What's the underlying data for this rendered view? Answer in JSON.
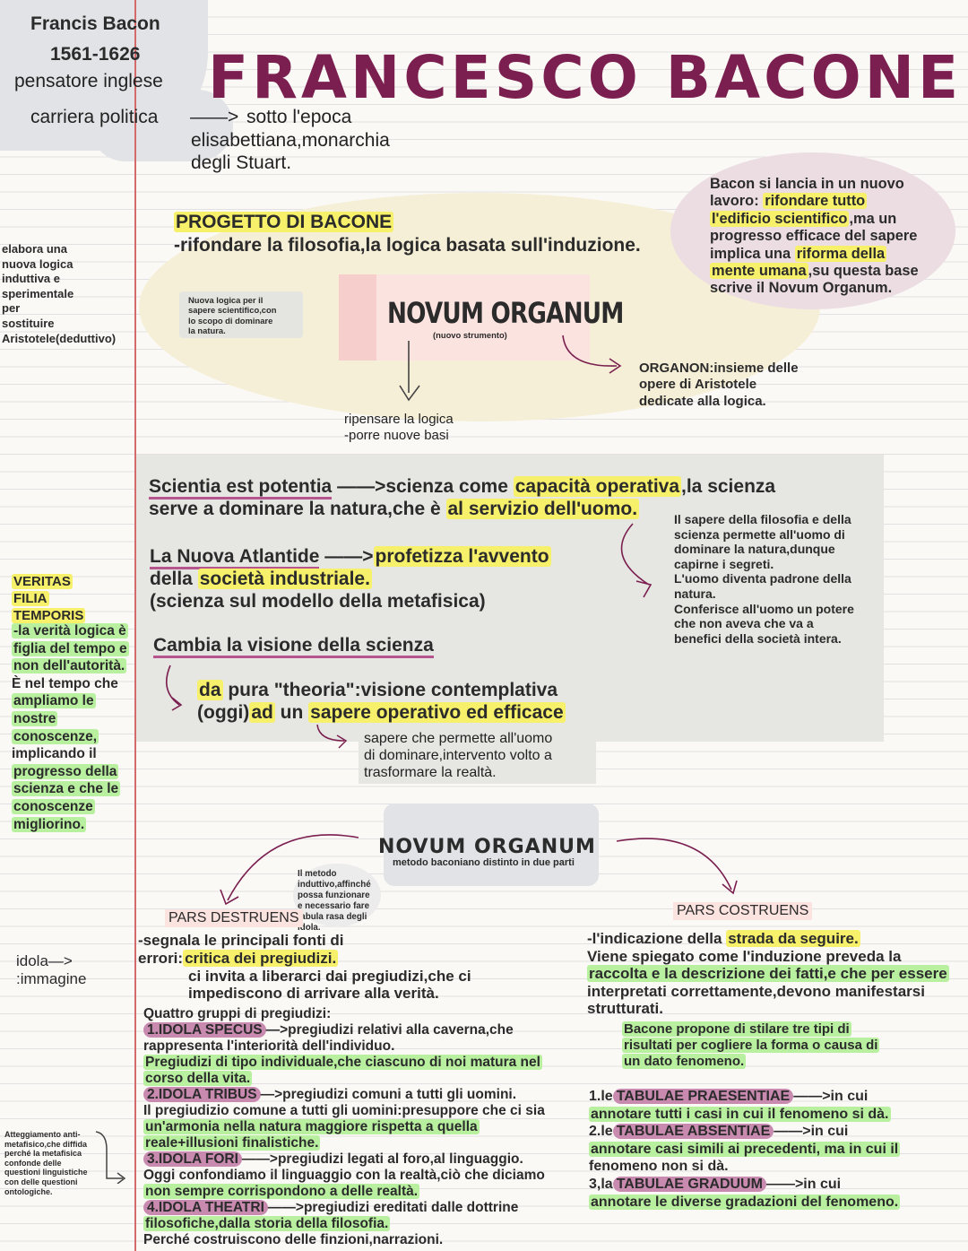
{
  "header": {
    "bio_name": "Francis Bacon",
    "bio_years": "1561-1626",
    "bio_role": "pensatore inglese",
    "career_label": "carriera politica",
    "career_arrow": "——>",
    "career_text_1": "sotto l'epoca",
    "career_text_2": "elisabettiana,monarchia",
    "career_text_3": "degli Stuart.",
    "title": "FRANCESCO BACONE"
  },
  "side_notes": {
    "logic_note": [
      "elabora una",
      "nuova logica",
      "induttiva e",
      "sperimentale",
      "per",
      "sostituire",
      "Aristotele(deduttivo)"
    ],
    "veritas": [
      "VERITAS",
      "FILIA",
      "TEMPORIS"
    ],
    "veritas_text": [
      "-la verità logica è",
      "figlia del tempo e",
      "non dell'autorità.",
      "È nel tempo che",
      "ampliamo le",
      "nostre",
      "conoscenze,",
      "implicando il",
      "progresso della",
      "scienza e che le",
      "conoscenze",
      "migliorino."
    ],
    "idola": [
      "idola—>",
      ":immagine"
    ],
    "anti_metaphysics": [
      "Atteggiamento anti-",
      "metafisico,che diffida",
      "perché la metafisica",
      "confonde delle",
      "questioni linguistiche",
      "con delle questioni",
      "ontologiche."
    ]
  },
  "project": {
    "heading": "PROGETTO DI BACONE",
    "text": "-rifondare la filosofia,la logica basata sull'induzione.",
    "new_work": [
      "Bacon si lancia in un nuovo",
      "lavoro: rifondare tutto",
      "l'edificio scientifico,ma un",
      "progresso efficace del sapere",
      "implica una riforma della",
      "mente umana,su questa base",
      "scrive il Novum Organum."
    ]
  },
  "novum": {
    "note": [
      "Nuova logica per il",
      "sapere scientifico,con",
      "lo scopo di dominare",
      "la natura."
    ],
    "title": "NOVUM ORGANUM",
    "subtitle": "(nuovo strumento)",
    "organon": [
      "ORGANON:insieme delle",
      "opere di Aristotele",
      "dedicate alla logica."
    ],
    "rethink": [
      "ripensare la logica",
      "-porre nuove basi"
    ]
  },
  "science": {
    "scientia_head": "Scientia est potentia",
    "scientia_arrow": "——>",
    "scientia_text_1": "scienza come",
    "scientia_hl_1": "capacità operativa",
    "scientia_text_2": ",la scienza",
    "scientia_text_3": "serve a dominare la natura,che è",
    "scientia_hl_2": "al servizio dell'uomo.",
    "atlantide_head": "La Nuova Atlantide",
    "atlantide_arrow": "——>",
    "atlantide_hl": "profetizza l'avvento",
    "atlantide_text_1": "della",
    "atlantide_hl_2": "società industriale.",
    "atlantide_text_2": "(scienza sul modello della metafisica)",
    "vision_head": "Cambia la visione della scienza",
    "vision_da": "da",
    "vision_1": "pura \"theoria\"",
    "vision_1b": ":visione contemplativa",
    "vision_2a": "(oggi)",
    "vision_ad": "ad",
    "vision_un": "un",
    "vision_2": "sapere operativo ed efficace",
    "operative_note": [
      "sapere che permette all'uomo",
      "di dominare,intervento volto a",
      "trasformare la realtà."
    ],
    "right_note": [
      "Il sapere della filosofia e della",
      "scienza permette all'uomo di",
      "dominare la natura,dunque",
      "capirne i segreti.",
      "L'uomo diventa padrone della",
      "natura.",
      "Conferisce all'uomo un potere",
      "che non aveva che va a",
      "benefici della società intera."
    ]
  },
  "organum2": {
    "title": "NOVUM ORGANUM",
    "subtitle": "metodo baconiano distinto in due parti",
    "method_note": [
      "Il metodo",
      "induttivo,affinché",
      "possa funzionare",
      "e necessario fare",
      "tabula rasa degli",
      "idola."
    ]
  },
  "destruens": {
    "label": "PARS DESTRUENS",
    "text_1": "-segnala le principali fonti di",
    "text_2a": "errori:",
    "text_2b": "critica dei pregiudizi.",
    "text_3": "ci invita a liberarci dai pregiudizi,che ci",
    "text_4": "impediscono di arrivare alla verità.",
    "groups": "Quattro gruppi di pregiudizi:",
    "idola_1_tag": "1.IDOLA SPECUS",
    "idola_1_text": "—>pregiudizi relativi alla caverna,che",
    "idola_1_line2": "rappresenta l'interiorità dell'individuo.",
    "idola_1_line3": "Pregiudizi di tipo individuale,che ciascuno di noi matura nel",
    "idola_1_line4": "corso della vita.",
    "idola_2_tag": "2.IDOLA TRIBUS",
    "idola_2_text": "—>pregiudizi comuni a tutti gli uomini.",
    "idola_2_line2": "Il pregiudizio comune a tutti gli uomini:presuppore che ci sia",
    "idola_2_line3": "un'armonia nella natura maggiore rispetta a quella",
    "idola_2_line4": "reale+illusioni finalistiche.",
    "idola_3_tag": "3.IDOLA FORI",
    "idola_3_text": "——>pregiudizi legati al foro,al linguaggio.",
    "idola_3_line2": "Oggi confondiamo il linguaggio con la realtà,ciò che diciamo",
    "idola_3_line3": "non sempre corrispondono a delle realtà.",
    "idola_4_tag": "4.IDOLA THEATRI",
    "idola_4_text": "——>pregiudizi ereditati dalle dottrine",
    "idola_4_line2": "filosofiche,dalla storia della filosofia.",
    "idola_4_line3": "Perché costruiscono delle finzioni,narrazioni."
  },
  "costruens": {
    "label": "PARS COSTRUENS",
    "text_1a": "-l'indicazione della",
    "text_1b": "strada da seguire.",
    "text_2": "Viene spiegato come l'induzione preveda la",
    "text_3": "raccolta e la descrizione dei fatti,e che per essere",
    "text_4": "interpretati correttamente,devono manifestarsi",
    "text_5": "strutturati.",
    "proposal": [
      "Bacone propone di stilare tre tipi di",
      "risultati per cogliere la forma o causa di",
      "un dato fenomeno."
    ],
    "t1_pre": "1.le",
    "t1_tag": "TABULAE PRAESENTIAE",
    "t1_post": "——>in cui",
    "t1_line2": "annotare tutti i casi in cui il fenomeno si dà.",
    "t2_pre": "2.le",
    "t2_tag": "TABULAE ABSENTIAE",
    "t2_post": "——>in cui",
    "t2_line2": "annotare casi simili ai precedenti, ma in cui il",
    "t2_line3": "fenomeno non si dà.",
    "t3_pre": "3,la",
    "t3_tag": "TABULAE GRADUUM",
    "t3_post": "——>in cui",
    "t3_line2": "annotare le diverse gradazioni del fenomeno."
  },
  "colors": {
    "title": "#7a1f4f",
    "highlight_yellow": "#f7f06a",
    "highlight_green": "#b8f0a0",
    "highlight_pink": "#c98ab0",
    "margin_line": "#d46a6a"
  }
}
